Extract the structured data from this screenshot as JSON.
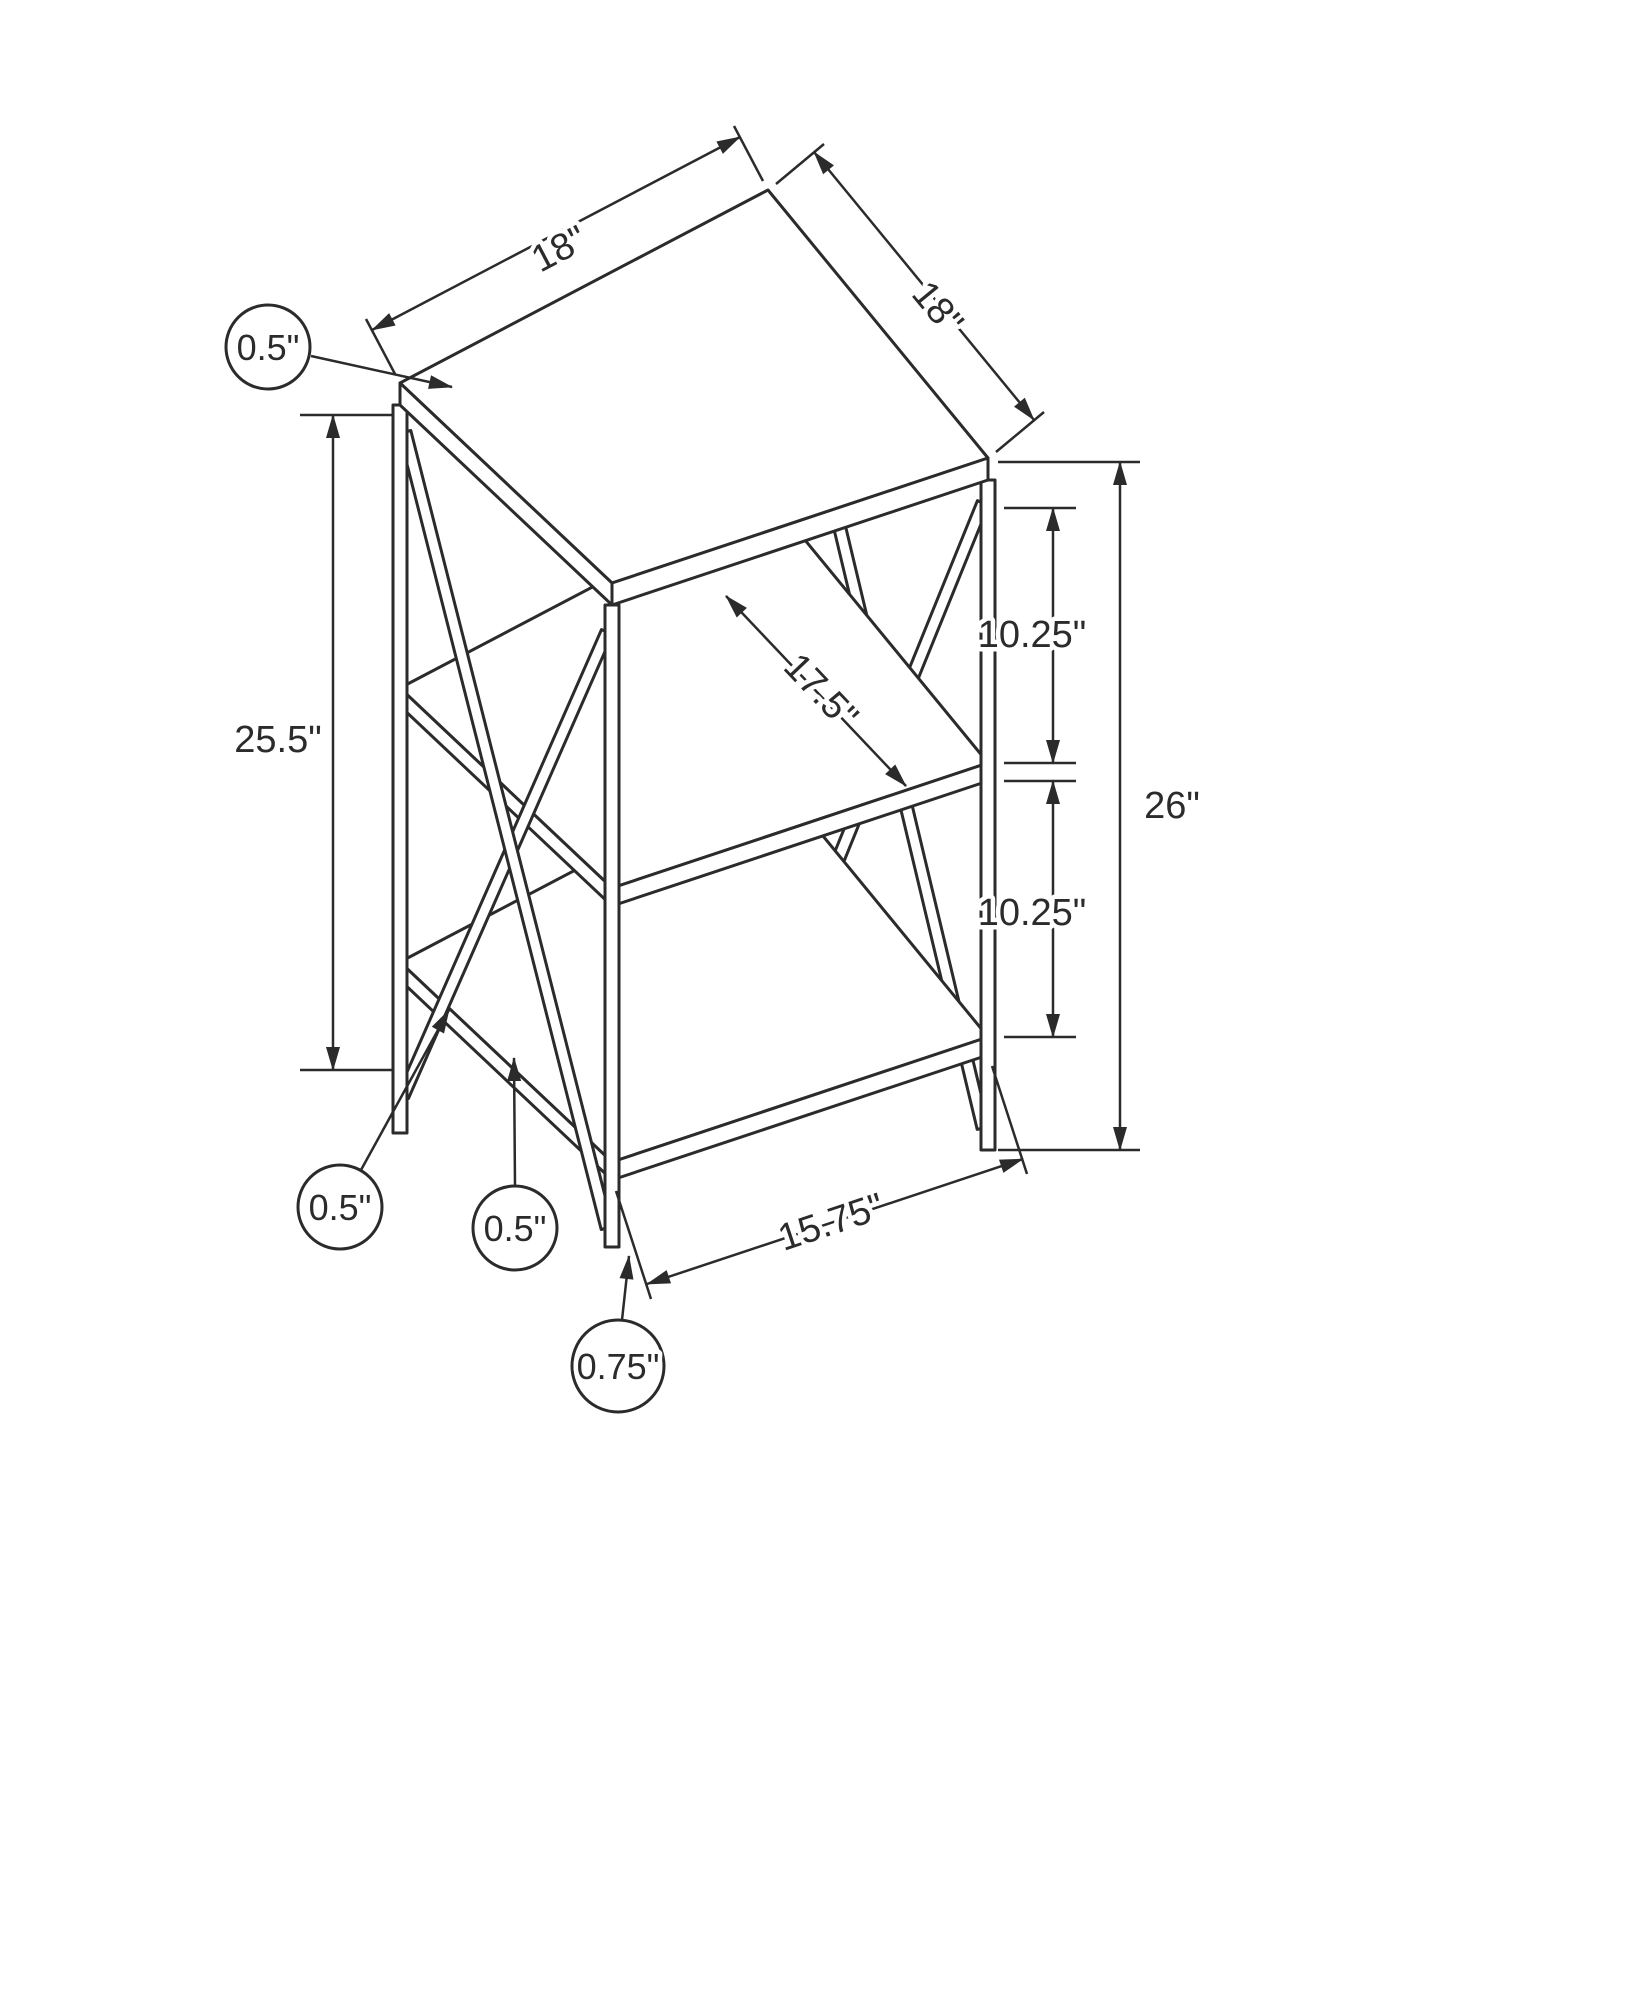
{
  "drawing": {
    "line_color": "#2b2b2b",
    "background": "#ffffff",
    "labels": {
      "top_width": "18\"",
      "top_depth": "18\"",
      "top_thickness": "0.5\"",
      "left_height": "25.5\"",
      "overall_height": "26\"",
      "upper_shelf_gap": "10.25\"",
      "lower_shelf_gap": "10.25\"",
      "shelf_depth": "17.5\"",
      "bottom_shelf_width": "15.75\"",
      "shelf_thickness_left": "0.5\"",
      "shelf_thickness_front": "0.5\"",
      "leg_width": "0.75\""
    }
  }
}
